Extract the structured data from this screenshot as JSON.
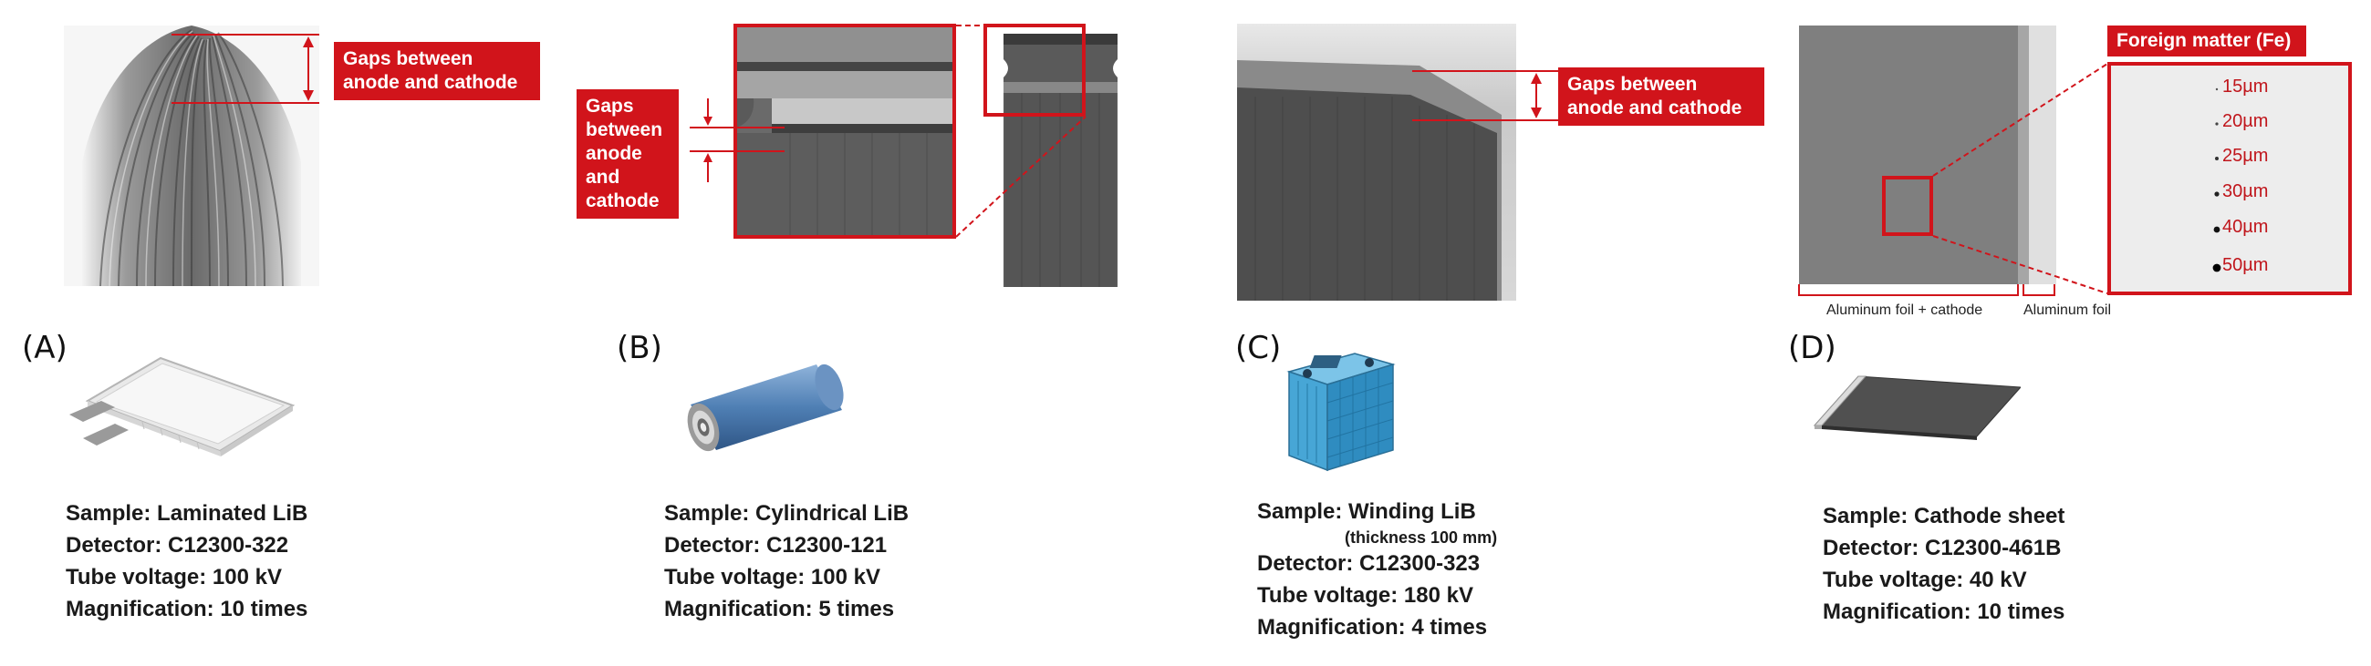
{
  "panels": [
    {
      "letter": "(A)",
      "callout": "Gaps between anode and cathode",
      "specs": [
        "Sample: Laminated LiB",
        "Detector: C12300-322",
        "Tube voltage: 100 kV",
        "Magnification: 10 times"
      ]
    },
    {
      "letter": "(B)",
      "callout": "Gaps between anode and cathode",
      "specs": [
        "Sample: Cylindrical LiB",
        "Detector: C12300-121",
        "Tube voltage: 100 kV",
        "Magnification: 5 times"
      ]
    },
    {
      "letter": "(C)",
      "callout": "Gaps between anode and cathode",
      "specs": [
        "Sample: Winding LiB",
        "(thickness 100 mm)",
        "Detector: C12300-323",
        "Tube voltage: 180 kV",
        "Magnification: 4 times"
      ]
    },
    {
      "letter": "(D)",
      "callout": "Foreign matter (Fe)",
      "specs": [
        "Sample: Cathode sheet",
        "Detector: C12300-461B",
        "Tube voltage: 40 kV",
        "Magnification: 10 times"
      ],
      "foil_labels": [
        "Aluminum foil + cathode",
        "Aluminum foil"
      ],
      "particle_sizes": [
        "15µm",
        "20µm",
        "25µm",
        "30µm",
        "40µm",
        "50µm"
      ]
    }
  ],
  "colors": {
    "accent_red": "#d1141b",
    "battery_blue": "#4f8fd0",
    "cylinder_blue": "#5b87b8"
  }
}
